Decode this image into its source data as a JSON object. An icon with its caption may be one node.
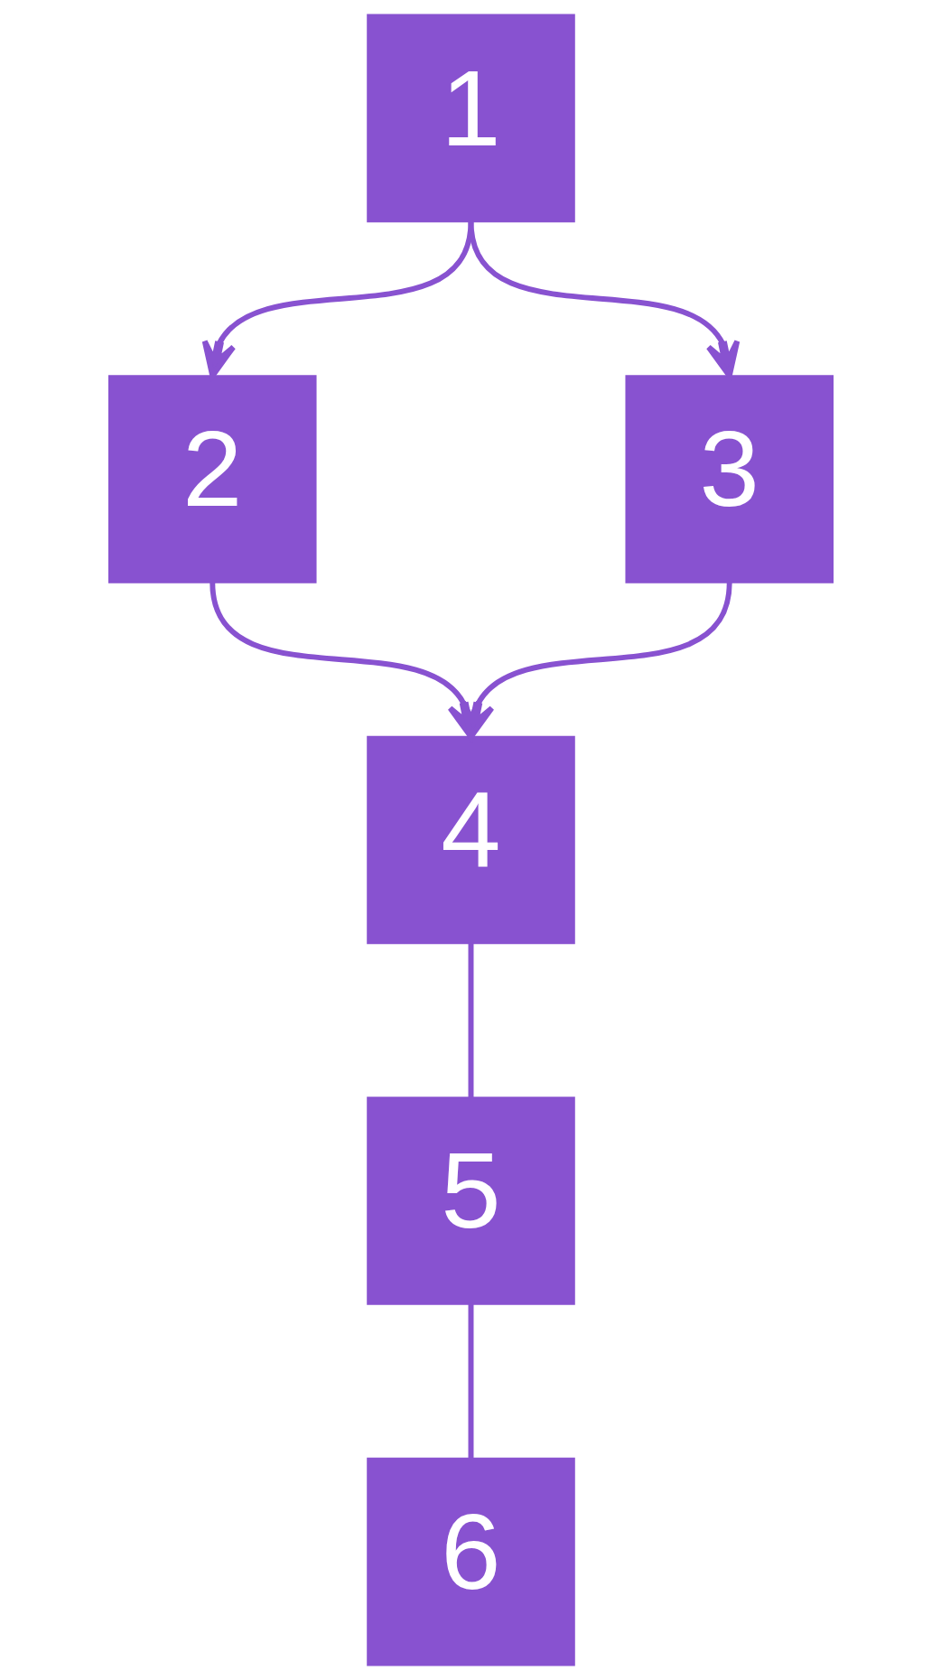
{
  "diagram": {
    "nodes": [
      {
        "text": [
          "1"
        ]
      },
      {
        "text": [
          "2"
        ]
      },
      {
        "text": [
          "3"
        ]
      },
      {
        "text": [
          "4"
        ]
      },
      {
        "text": [
          "5"
        ]
      },
      {
        "text": [
          "6"
        ]
      }
    ],
    "edges": [
      {
        "from": 0,
        "to": 1,
        "arrow": "to"
      },
      {
        "from": 0,
        "to": 2,
        "arrow": "to"
      },
      {
        "from": 1,
        "to": 3,
        "arrow": "to"
      },
      {
        "from": 2,
        "to": 3,
        "arrow": "to"
      },
      {
        "from": 3,
        "to": 4,
        "arrow": "none"
      },
      {
        "from": 4,
        "to": 5,
        "arrow": "none"
      }
    ]
  }
}
